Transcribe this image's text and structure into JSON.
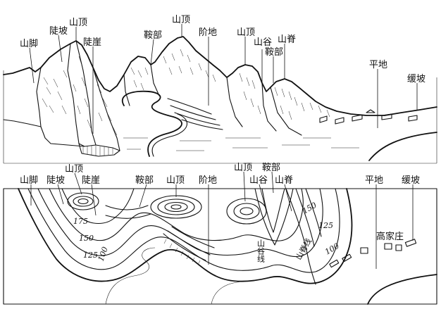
{
  "top_labels": [
    {
      "id": "shanjiao",
      "text": "山脚"
    },
    {
      "id": "doupo",
      "text": "陡坡"
    },
    {
      "id": "shanding1",
      "text": "山顶"
    },
    {
      "id": "douya",
      "text": "陡崖"
    },
    {
      "id": "anbu1",
      "text": "鞍部"
    },
    {
      "id": "shanding2",
      "text": "山顶"
    },
    {
      "id": "jiedi",
      "text": "阶地"
    },
    {
      "id": "shanding3",
      "text": "山顶"
    },
    {
      "id": "shangu",
      "text": "山谷"
    },
    {
      "id": "anbu2",
      "text": "鞍部"
    },
    {
      "id": "shanji",
      "text": "山脊"
    },
    {
      "id": "pingdi",
      "text": "平地"
    },
    {
      "id": "huanpo",
      "text": "缓坡"
    }
  ],
  "bottom_labels": [
    {
      "id": "shanjiao",
      "text": "山脚"
    },
    {
      "id": "doupo",
      "text": "陡坡"
    },
    {
      "id": "shanding1",
      "text": "山顶"
    },
    {
      "id": "douya",
      "text": "陡崖"
    },
    {
      "id": "anbu1",
      "text": "鞍部"
    },
    {
      "id": "shanding2",
      "text": "山顶"
    },
    {
      "id": "jiedi",
      "text": "阶地"
    },
    {
      "id": "shanding3",
      "text": "山顶"
    },
    {
      "id": "anbu2",
      "text": "鞍部"
    },
    {
      "id": "shangu",
      "text": "山谷"
    },
    {
      "id": "shanji",
      "text": "山脊"
    },
    {
      "id": "pingdi",
      "text": "平地"
    },
    {
      "id": "huanpo",
      "text": "缓坡"
    }
  ],
  "map_annotations": {
    "village": "高家庄",
    "valley_line": "山谷线",
    "ridge_line": "山脊线"
  },
  "contour_values": [
    "175",
    "150",
    "125",
    "100",
    "150",
    "125",
    "100"
  ],
  "colors": {
    "ink": "#111111",
    "paper": "#ffffff"
  }
}
